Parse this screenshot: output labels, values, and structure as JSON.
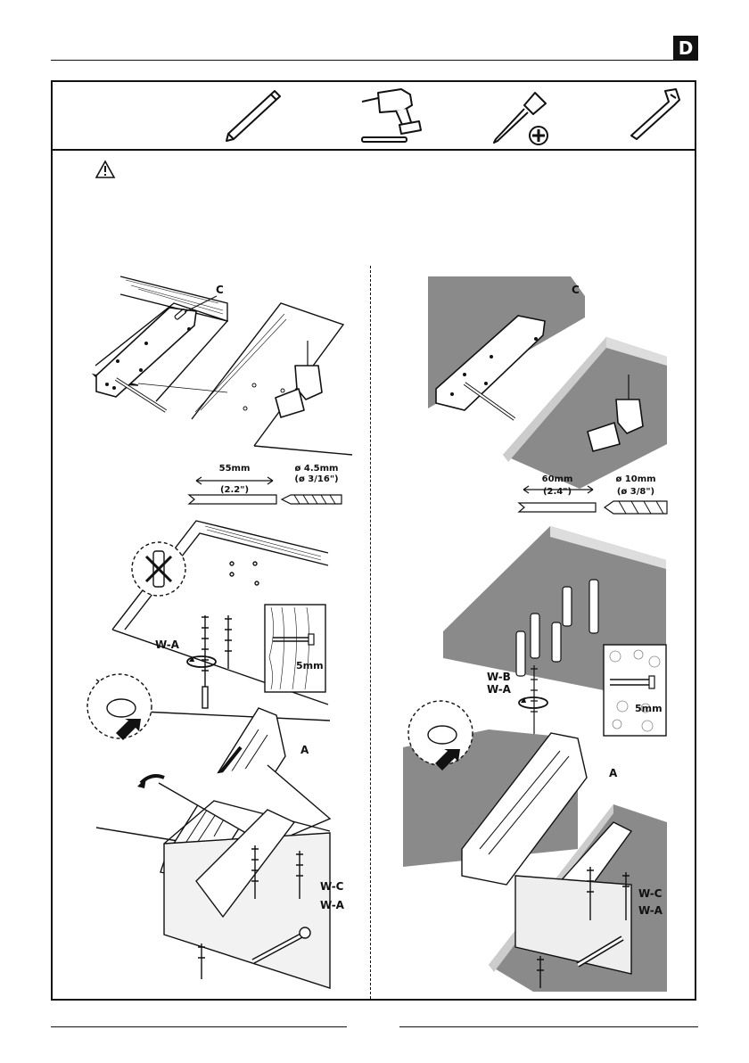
{
  "section_tab": "D",
  "tools": {
    "pencil": "pencil-icon",
    "drill": "drill-icon",
    "screwdriver": "screwdriver-icon",
    "wrench": "wrench-icon"
  },
  "warning_icon": "warning-triangle-icon",
  "left_panel": {
    "plate_label": "C",
    "drill_depth": "55mm",
    "drill_depth_in": "(2.2\")",
    "drill_dia": "ø 4.5mm",
    "drill_dia_in": "(ø 3/16\")",
    "screw_label": "W-A",
    "gap": "5mm",
    "mount_label": "A",
    "washer_label": "W-C",
    "screw_label_2": "W-A"
  },
  "right_panel": {
    "plate_label": "C",
    "drill_depth": "60mm",
    "drill_depth_in": "(2.4\")",
    "drill_dia": "ø 10mm",
    "drill_dia_in": "(ø 3/8\")",
    "anchor_label": "W-B",
    "screw_label": "W-A",
    "gap": "5mm",
    "mount_label": "A",
    "washer_label": "W-C",
    "screw_label_2": "W-A"
  }
}
